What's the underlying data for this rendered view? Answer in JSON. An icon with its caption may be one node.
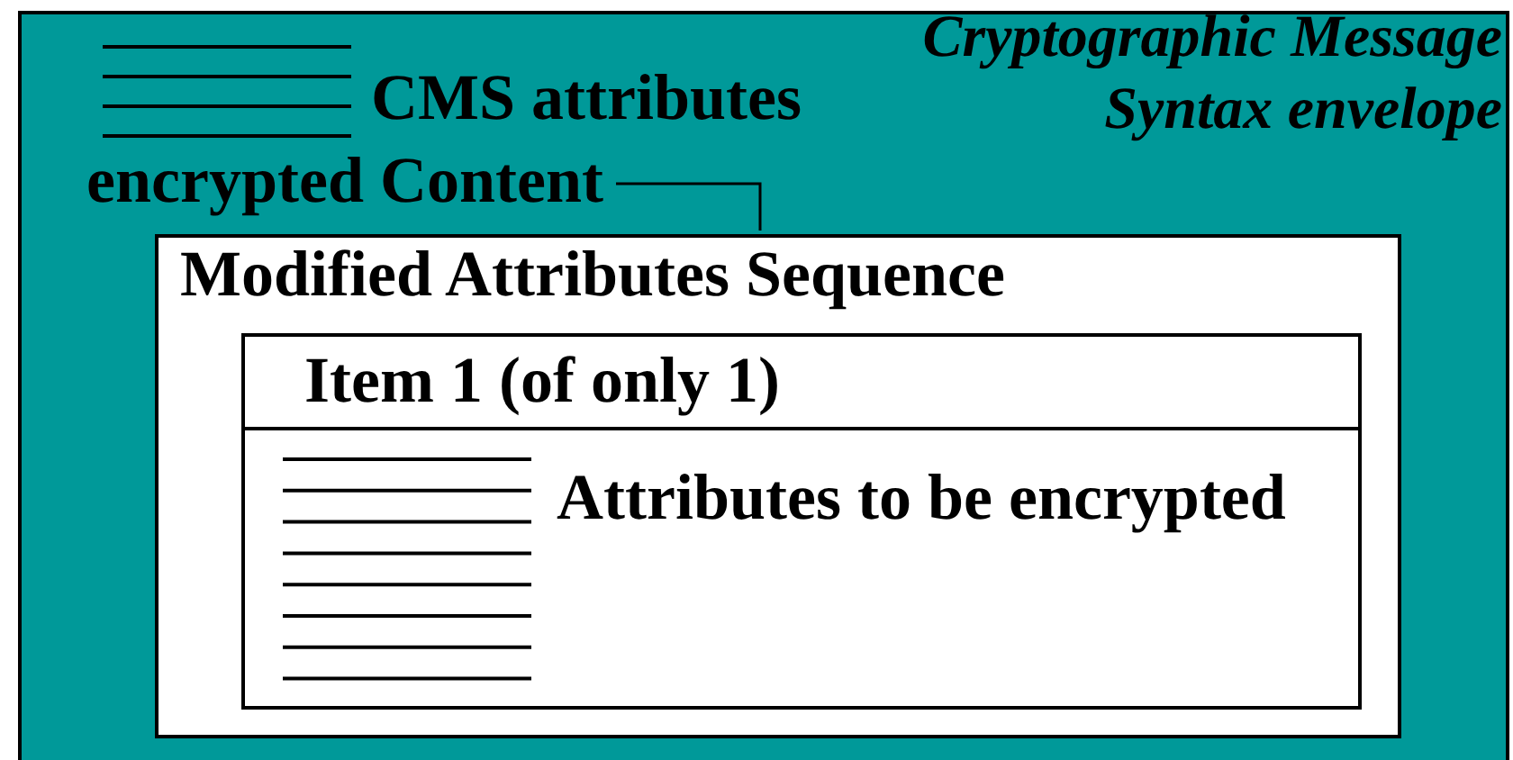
{
  "diagram": {
    "nodes": [
      {
        "text": [
          "CMS attributes",
          "Cryptographic Message Syntax envelope"
        ]
      },
      {
        "text": [
          "encrypted Content"
        ],
        "in": 0
      },
      {
        "text": [
          "Modified Attributes Sequence"
        ],
        "in": 0
      },
      {
        "text": [
          "Item 1 (of only 1)",
          "Attributes to be encrypted"
        ],
        "in": 2
      }
    ],
    "edges": [
      {
        "from": 1,
        "to": 2,
        "arrow": "none"
      }
    ]
  }
}
